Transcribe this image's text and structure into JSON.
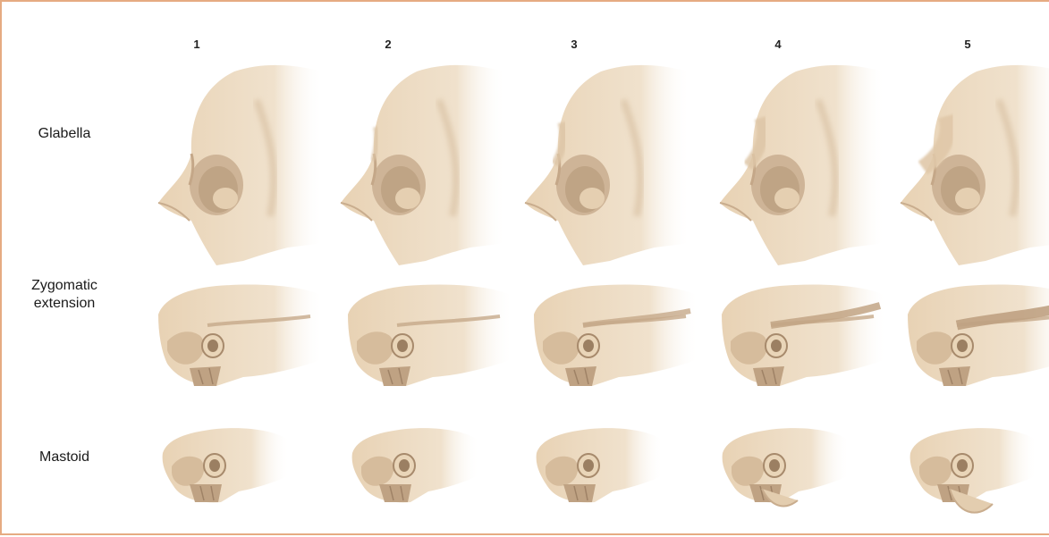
{
  "columns": [
    "1",
    "2",
    "3",
    "4",
    "5"
  ],
  "rows": {
    "glabella": "Glabella",
    "zygomatic": "Zygomatic\nextension",
    "mastoid": "Mastoid"
  },
  "colors": {
    "frame": "#e6ab82",
    "bone_light": "#f3e3cd",
    "bone": "#e8d2b4",
    "bone_shadow": "#c9ad8e",
    "bone_dark": "#a78a6c"
  }
}
